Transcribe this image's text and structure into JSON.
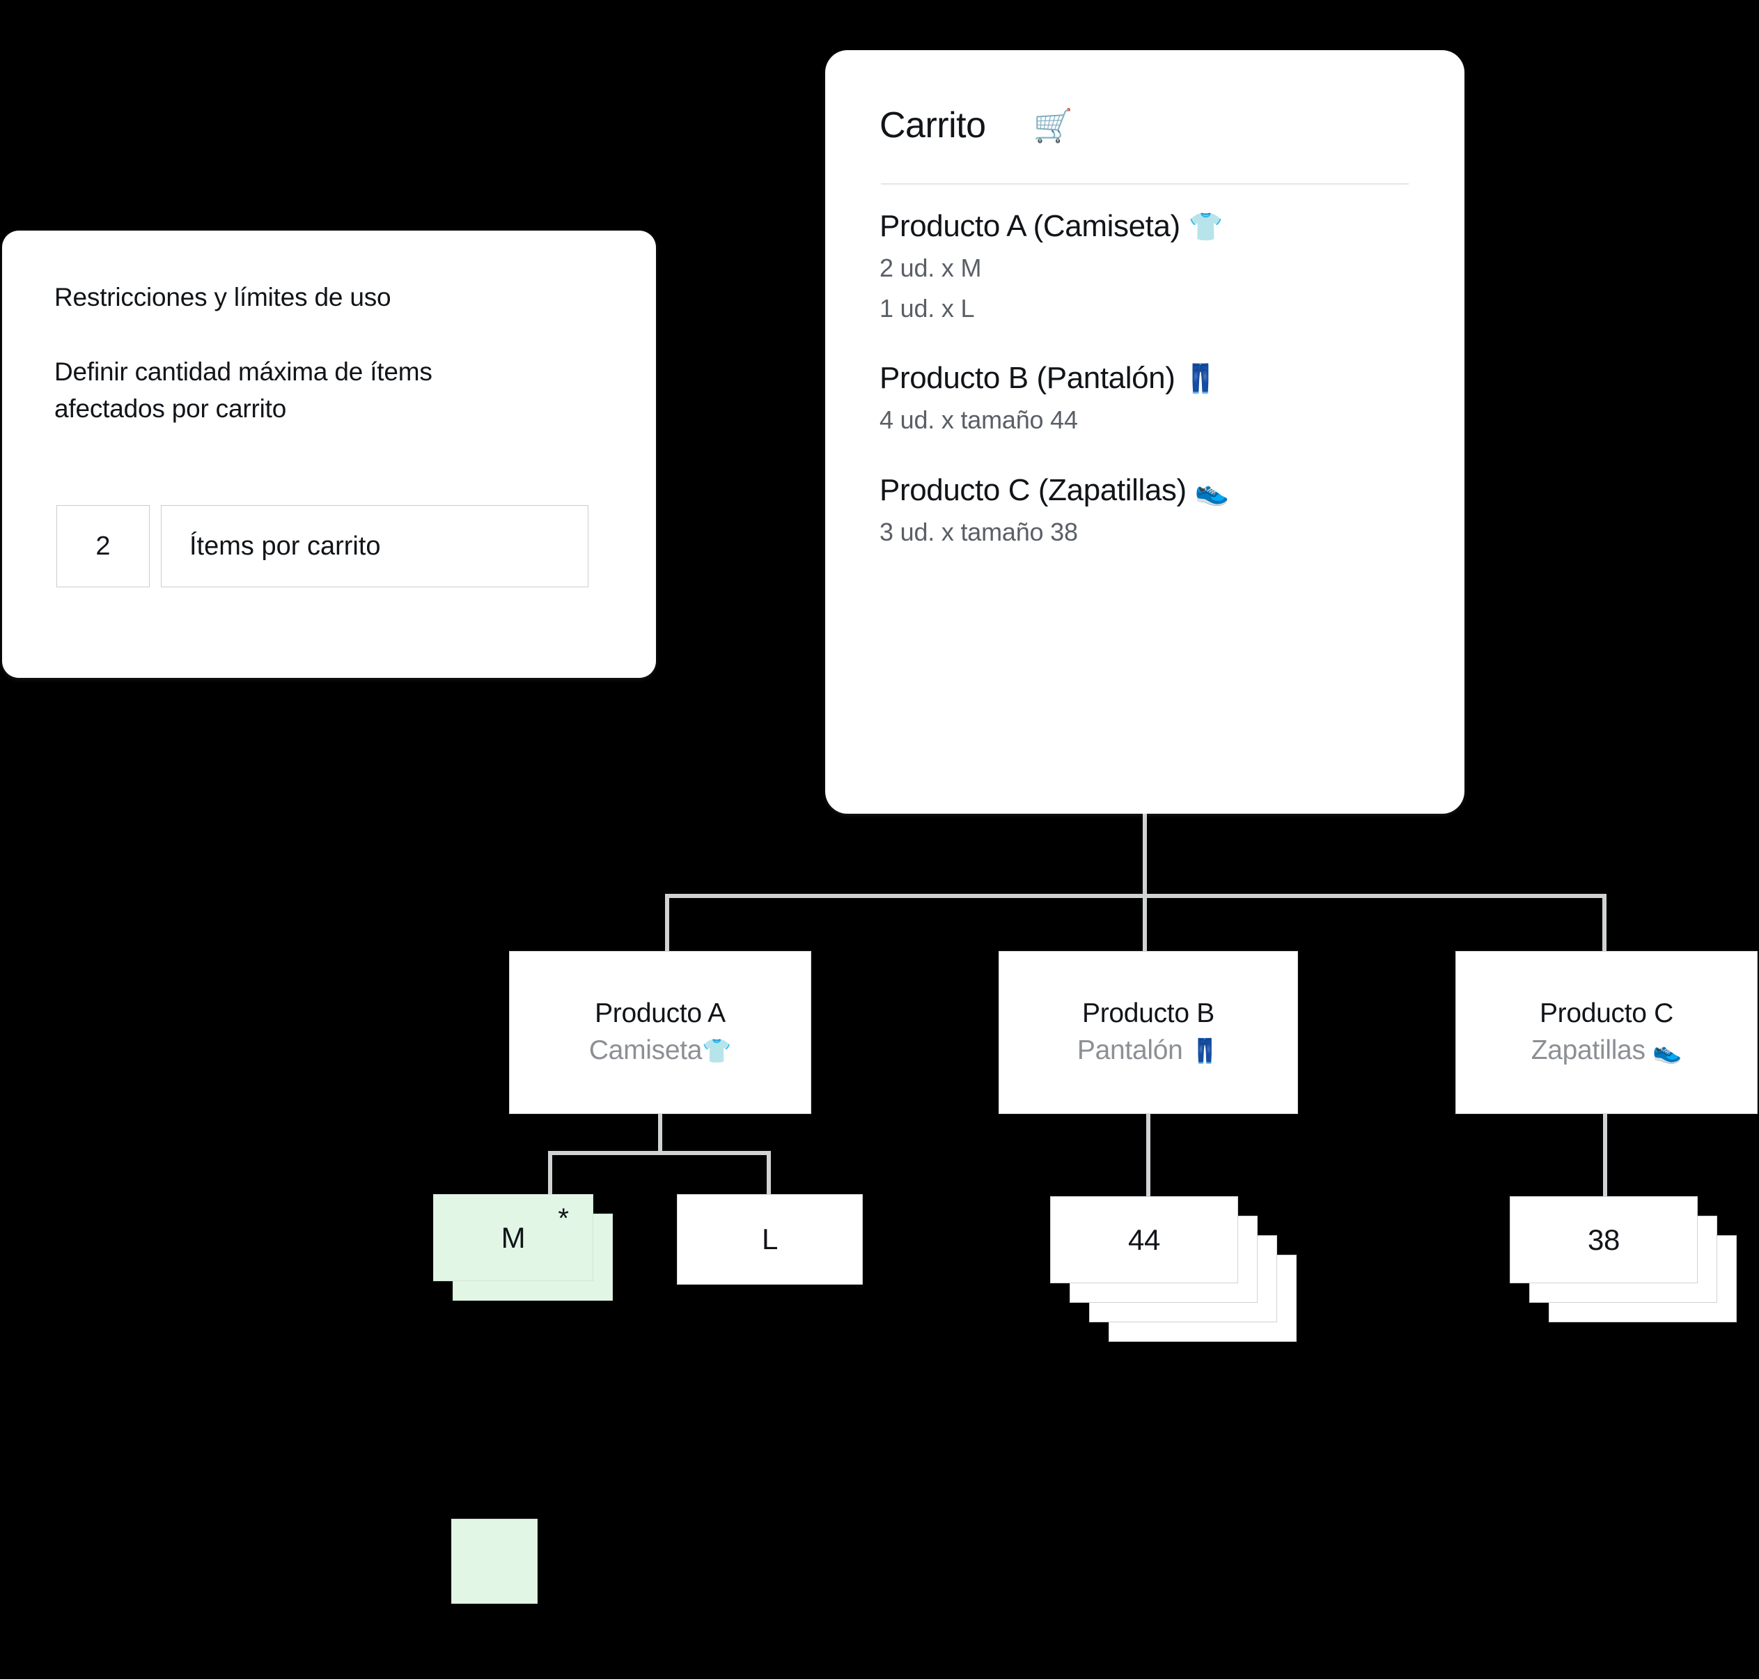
{
  "restrictions": {
    "title": "Restricciones y límites de uso",
    "description": "Definir cantidad máxima de ítems afectados por carrito",
    "limit_value": "2",
    "limit_label": "Ítems por carrito"
  },
  "cart": {
    "title": "Carrito",
    "icon": "🛒",
    "icon_name": "shopping-cart-icon",
    "items": [
      {
        "name": "Producto A (Camiseta)",
        "emoji": "👕",
        "emoji_name": "tshirt-icon",
        "lines": [
          "2 ud. x M",
          "1 ud. x L"
        ]
      },
      {
        "name": "Producto B (Pantalón)",
        "emoji": "👖",
        "emoji_name": "jeans-icon",
        "lines": [
          "4 ud. x tamaño 44"
        ]
      },
      {
        "name": "Producto C (Zapatillas)",
        "emoji": "👟",
        "emoji_name": "sneaker-icon",
        "lines": [
          "3 ud. x  tamaño 38"
        ]
      }
    ]
  },
  "tree": {
    "products": [
      {
        "title": "Producto A",
        "subtitle": "Camiseta",
        "emoji": "👕"
      },
      {
        "title": "Producto B",
        "subtitle": "Pantalón",
        "emoji": "👖"
      },
      {
        "title": "Producto C",
        "subtitle": "Zapatillas",
        "emoji": "👟"
      }
    ],
    "variants": [
      {
        "label": "M",
        "count": 2,
        "highlighted": true,
        "marker": "*"
      },
      {
        "label": "L",
        "count": 1,
        "highlighted": false,
        "marker": ""
      },
      {
        "label": "44",
        "count": 4,
        "highlighted": false,
        "marker": ""
      },
      {
        "label": "38",
        "count": 3,
        "highlighted": false,
        "marker": ""
      }
    ]
  },
  "legend": {
    "swatch_color": "#e2f6e6",
    "swatch_border": "#cfe5d3"
  },
  "colors": {
    "background": "#000000",
    "card": "#ffffff",
    "text": "#111418",
    "muted": "#5a5f66",
    "node_sub": "#8c9095",
    "line": "#d0d2d4",
    "highlight": "#e2f6e6"
  }
}
